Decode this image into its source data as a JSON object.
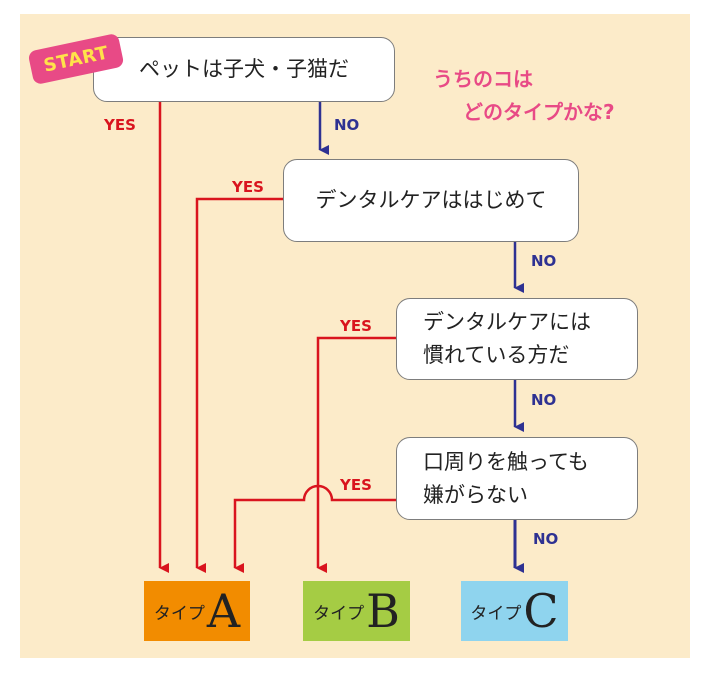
{
  "colors": {
    "background": "#fcebc9",
    "yes": "#d9141e",
    "no": "#2e3192",
    "start_tag": "#e84a86",
    "start_text": "#ffe24a",
    "headline": "#e84a86",
    "type_a": "#f28c00",
    "type_b": "#a5cc44",
    "type_c": "#8fd4ee"
  },
  "start_label": "START",
  "headline": {
    "line1": "うちのコは",
    "line2": "どのタイプかな?"
  },
  "questions": [
    {
      "lines": [
        "ペットは子犬・子猫だ"
      ]
    },
    {
      "lines": [
        "デンタルケアははじめて"
      ]
    },
    {
      "lines": [
        "デンタルケアには",
        "慣れている方だ"
      ]
    },
    {
      "lines": [
        "口周りを触っても",
        "嫌がらない"
      ]
    }
  ],
  "labels": {
    "yes": "YES",
    "no": "NO"
  },
  "results": [
    {
      "prefix": "タイプ",
      "letter": "A"
    },
    {
      "prefix": "タイプ",
      "letter": "B"
    },
    {
      "prefix": "タイプ",
      "letter": "C"
    }
  ]
}
